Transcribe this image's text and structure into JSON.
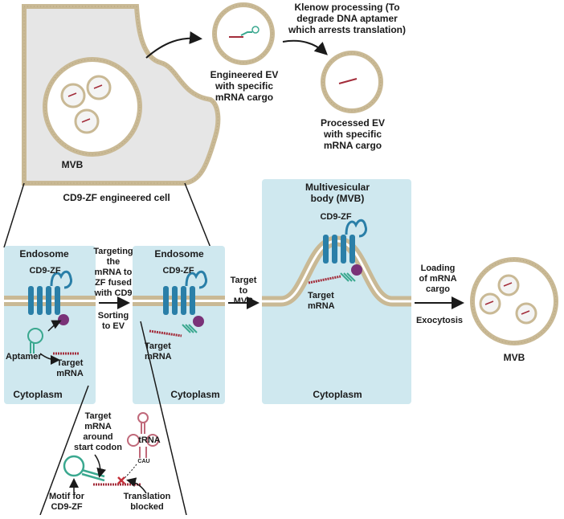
{
  "top": {
    "mvb_label": "MVB",
    "cell_label": "CD9-ZF engineered cell",
    "engineered_ev": "Engineered EV\nwith specific\nmRNA cargo",
    "klenow": "Klenow processing (To\ndegrade DNA aptamer\nwhich arrests translation)",
    "processed_ev": "Processed EV\nwith specific\nmRNA cargo"
  },
  "panel1": {
    "title": "Endosome",
    "protein": "CD9-ZF",
    "aptamer": "Aptamer",
    "target": "Target\nmRNA",
    "cytoplasm": "Cytoplasm"
  },
  "arrow1": {
    "above": "Targeting\nthe\nmRNA to\nZF fused\nwith CD9",
    "below": "Sorting\nto EV"
  },
  "panel2": {
    "title": "Endosome",
    "protein": "CD9-ZF",
    "target": "Target\nmRNA",
    "cytoplasm": "Cytoplasm"
  },
  "arrow2": {
    "above": "Target to\nMVB"
  },
  "panel3": {
    "title": "Multivesicular\nbody (MVB)",
    "protein": "CD9-ZF",
    "target": "Target\nmRNA",
    "cytoplasm": "Cytoplasm"
  },
  "arrow3": {
    "above": "Loading\nof mRNA\ncargo",
    "below": "Exocytosis"
  },
  "right": {
    "mvb_label": "MVB"
  },
  "detail": {
    "target": "Target\nmRNA\naround\nstart codon",
    "trna": "tRNA",
    "anticodon": "CAU",
    "motif": "Motif for\nCD9-ZF",
    "blocked": "Translation\nblocked"
  },
  "colors": {
    "panel": "#cfe8ef",
    "cell": "#e6e6e6",
    "membrane": "#c9b995",
    "membrane_dot": "#b5a37c",
    "protein": "#2a7fa8",
    "purple": "#7a3278",
    "green": "#3aa88f",
    "rna_red": "#a32c3a",
    "trna": "#c0697a"
  }
}
